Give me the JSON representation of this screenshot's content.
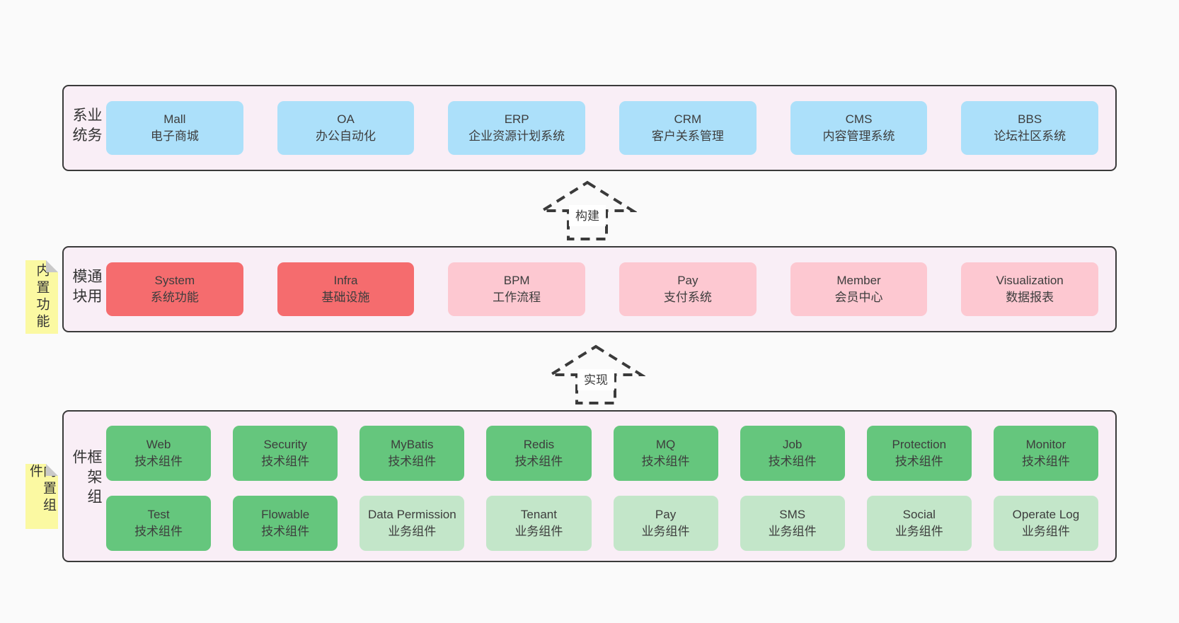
{
  "colors": {
    "page_bg": "#fafafa",
    "panel_bg": "#f9eef6",
    "panel_border": "#3a3a3a",
    "box_blue": "#ace0fa",
    "box_red": "#f56c6e",
    "box_pink": "#fdc8d1",
    "box_green_dark": "#65c67d",
    "box_green_light": "#c3e6c9",
    "note_yellow": "#fbf9a2",
    "note_fold_gray": "#c9c9c9",
    "text": "#3d3d3d"
  },
  "layers": {
    "business": {
      "label": "业务系统",
      "boxes": [
        {
          "en": "Mall",
          "zh": "电子商城"
        },
        {
          "en": "OA",
          "zh": "办公自动化"
        },
        {
          "en": "ERP",
          "zh": "企业资源计划系统"
        },
        {
          "en": "CRM",
          "zh": "客户关系管理"
        },
        {
          "en": "CMS",
          "zh": "内容管理系统"
        },
        {
          "en": "BBS",
          "zh": "论坛社区系统"
        }
      ]
    },
    "modules": {
      "label": "通用模块",
      "note": "内置功能",
      "boxes": [
        {
          "en": "System",
          "zh": "系统功能"
        },
        {
          "en": "Infra",
          "zh": "基础设施"
        },
        {
          "en": "BPM",
          "zh": "工作流程"
        },
        {
          "en": "Pay",
          "zh": "支付系统"
        },
        {
          "en": "Member",
          "zh": "会员中心"
        },
        {
          "en": "Visualization",
          "zh": "数据报表"
        }
      ]
    },
    "components": {
      "label": "框架组件",
      "note": "内置组件",
      "row1": [
        {
          "en": "Web",
          "zh": "技术组件"
        },
        {
          "en": "Security",
          "zh": "技术组件"
        },
        {
          "en": "MyBatis",
          "zh": "技术组件"
        },
        {
          "en": "Redis",
          "zh": "技术组件"
        },
        {
          "en": "MQ",
          "zh": "技术组件"
        },
        {
          "en": "Job",
          "zh": "技术组件"
        },
        {
          "en": "Protection",
          "zh": "技术组件"
        },
        {
          "en": "Monitor",
          "zh": "技术组件"
        }
      ],
      "row2": [
        {
          "en": "Test",
          "zh": "技术组件"
        },
        {
          "en": "Flowable",
          "zh": "技术组件"
        },
        {
          "en": "Data Permission",
          "zh": "业务组件"
        },
        {
          "en": "Tenant",
          "zh": "业务组件"
        },
        {
          "en": "Pay",
          "zh": "业务组件"
        },
        {
          "en": "SMS",
          "zh": "业务组件"
        },
        {
          "en": "Social",
          "zh": "业务组件"
        },
        {
          "en": "Operate Log",
          "zh": "业务组件"
        }
      ]
    }
  },
  "arrows": {
    "build": "构建",
    "implement": "实现"
  }
}
